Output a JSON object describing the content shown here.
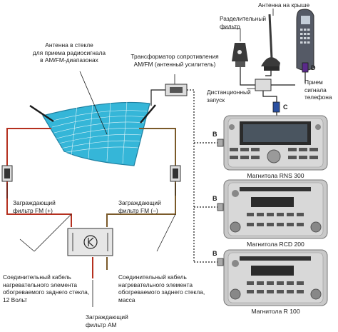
{
  "labels": {
    "roof_antenna": "Антенна на крыше",
    "splitter_filter": "Разделительный\nфильтр",
    "glass_antenna": "Антенна в стекле\nдля приема радиосигнала\nв AM/FM-диапазонах",
    "impedance_transformer": "Трансформатор сопротивления\nAM/FM (антенный усилитель)",
    "remote_start": "Дистанционный\nзапуск",
    "phone_reception": "Прием\nсигнала\nтелефона",
    "fm_plus_filter": "Заграждающий\nфильтр FM (+)",
    "fm_minus_filter": "Заграждающий\nфильтр FM (–)",
    "cable_12v": "Соединительный кабель\nнагревательного элемента\nобогреваемого заднего стекла,\n12 Вольт",
    "cable_ground": "Соединительный кабель\nнагревательного элемента\nобогреваемого заднего стекла,\nмасса",
    "am_filter": "Заграждающий\nфильтр AM"
  },
  "connectors": {
    "b1": "B",
    "b2": "B",
    "b3": "B",
    "c": "C",
    "d": "D"
  },
  "radios": {
    "rns300": "Магнитола RNS 300",
    "rcd200": "Магнитола RCD 200",
    "r100": "Магнитола R 100"
  },
  "colors": {
    "heater_wire_left": "#b5301f",
    "heater_wire_right": "#7a5a2a",
    "glass_fill": "#35b6d8",
    "glass_grid": "#ffffff",
    "connector_blue": "#2a4fa0",
    "connector_purple": "#5a2a8a",
    "connector_gray": "#aaaaaa",
    "radio_body": "#c9c9c9",
    "radio_display": "#2b2b2b"
  }
}
